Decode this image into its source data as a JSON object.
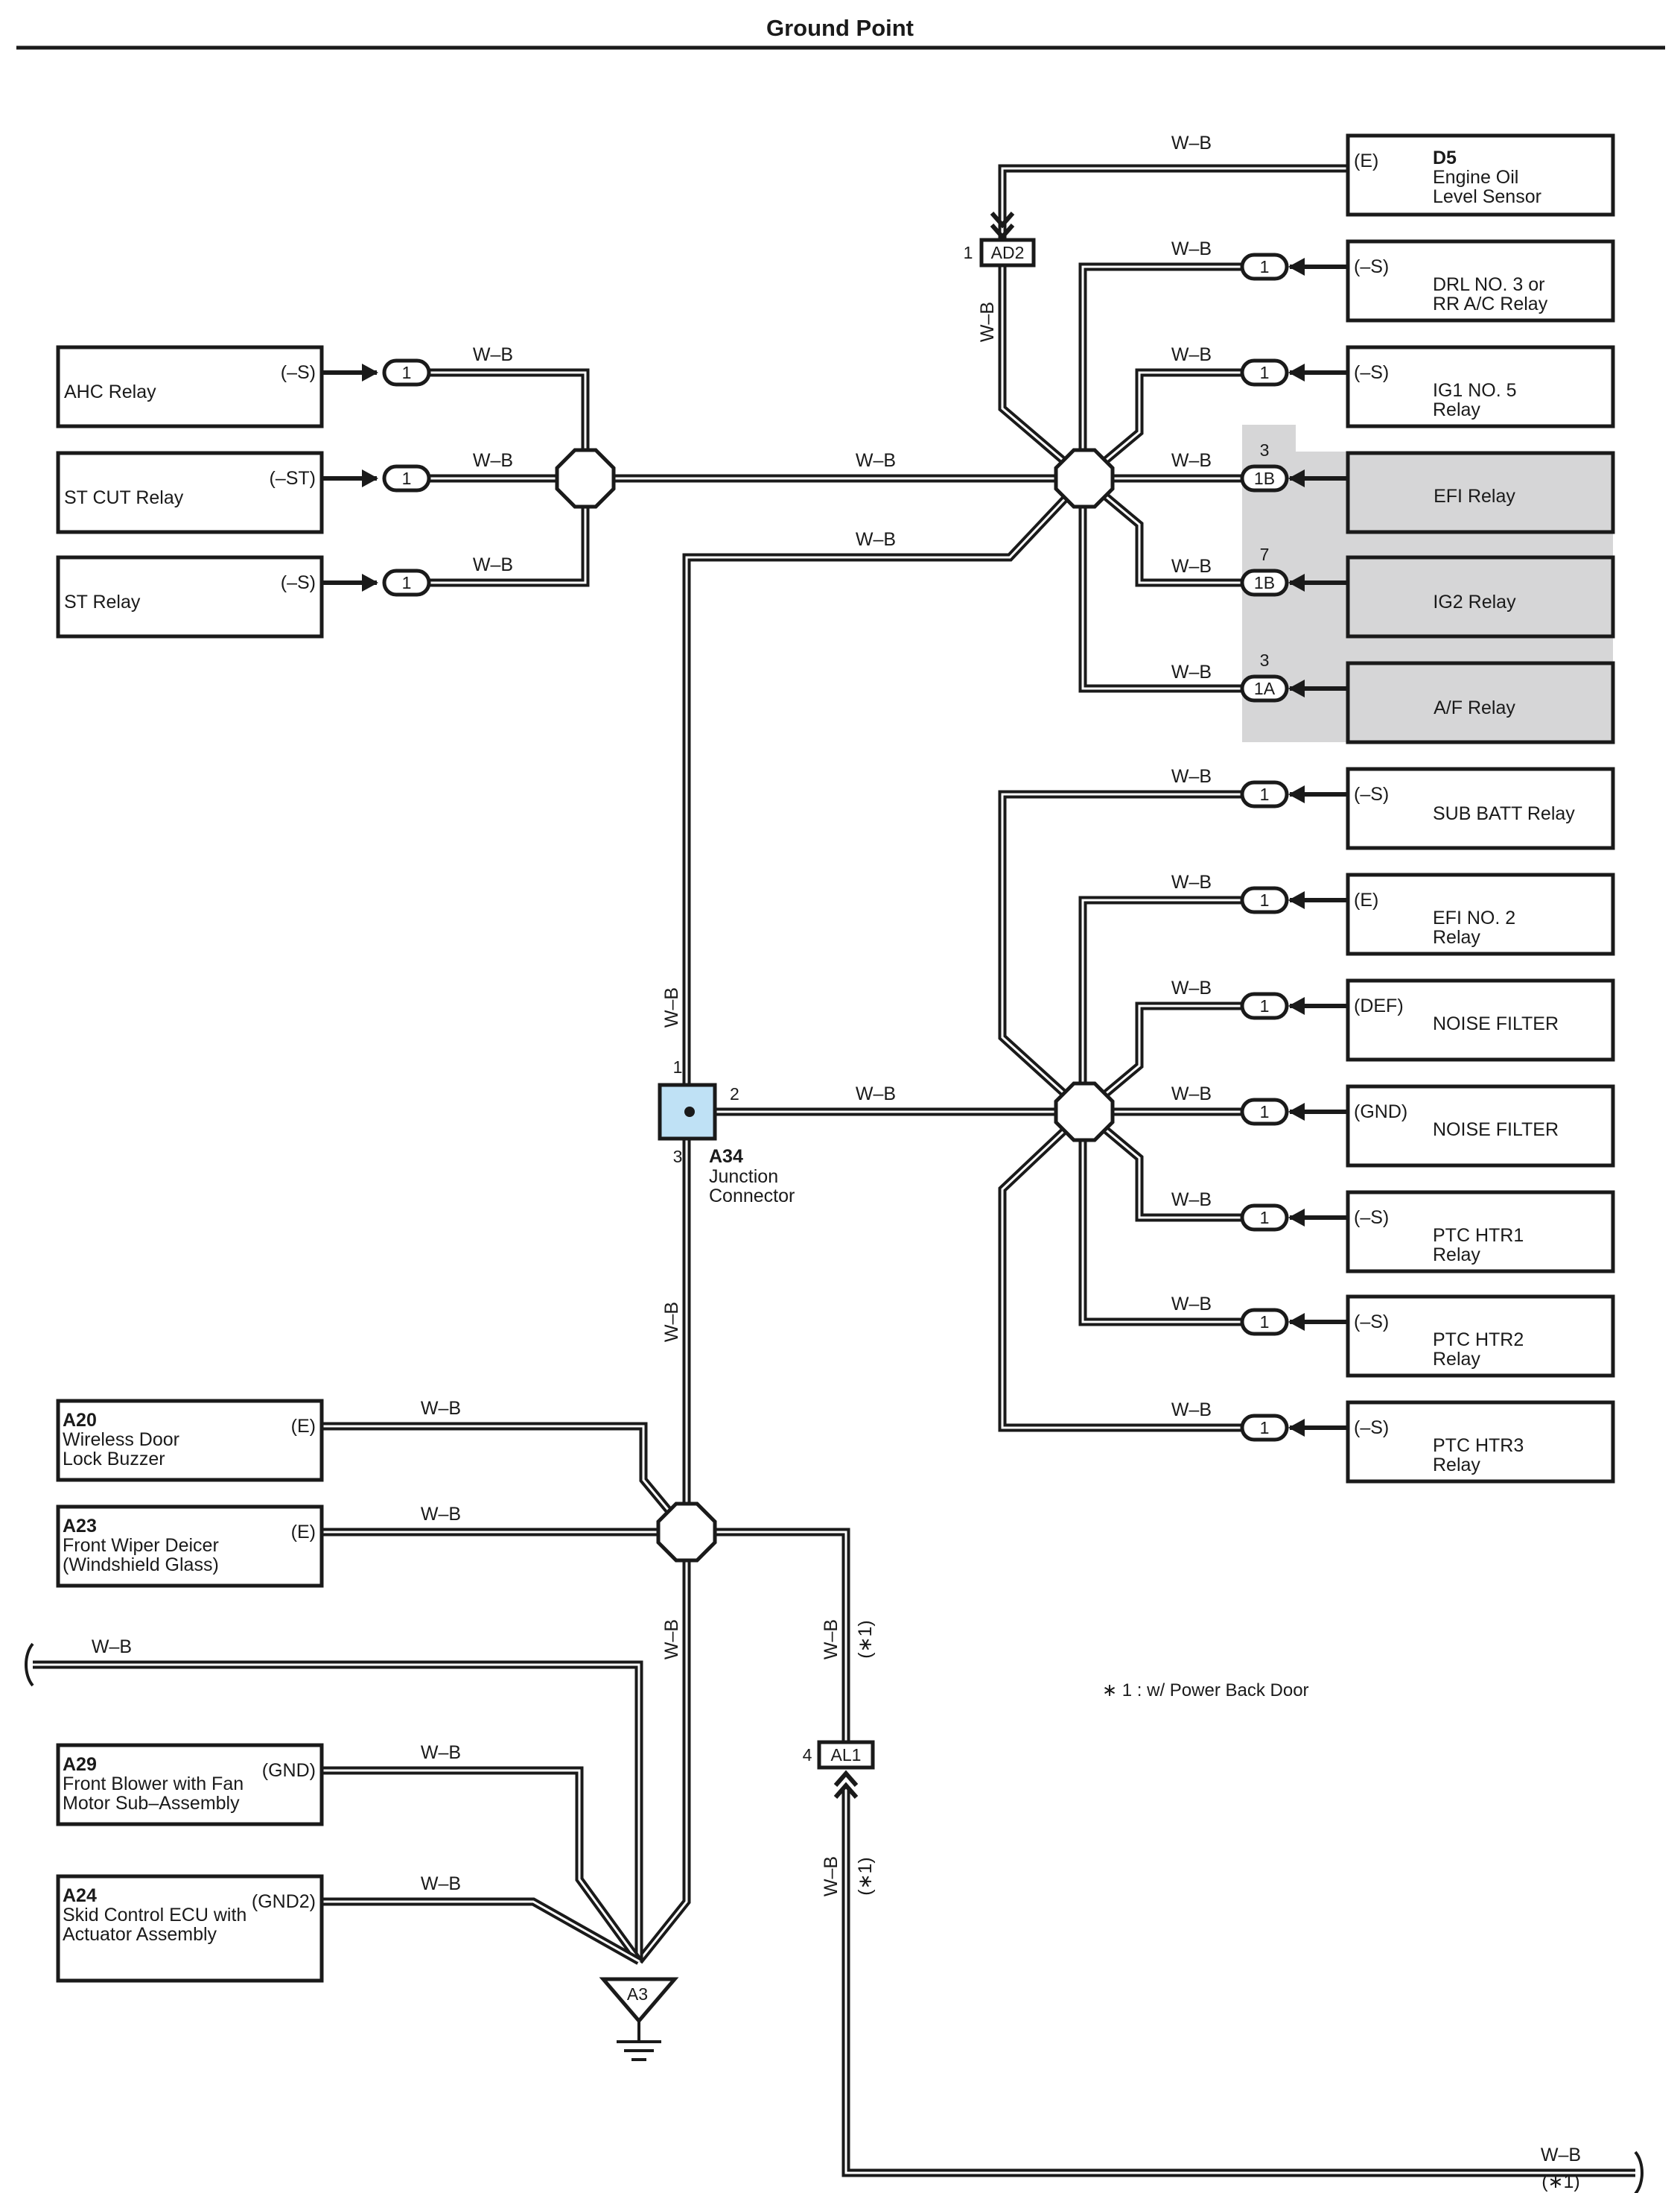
{
  "title": "Ground Point",
  "wire_color": "W–B",
  "note": "∗ 1 : w/ Power Back Door",
  "note_tag": "(∗1)",
  "colors": {
    "line": "#1a1a1a",
    "shade": "#d6d6d7",
    "junction_fill": "#bfe1f5"
  },
  "left_components": [
    {
      "name": "AHC Relay",
      "terminal": "(–S)",
      "pin": "1"
    },
    {
      "name": "ST CUT Relay",
      "terminal": "(–ST)",
      "pin": "1"
    },
    {
      "name": "ST Relay",
      "terminal": "(–S)",
      "pin": "1"
    }
  ],
  "right_components": [
    {
      "code": "D5",
      "lines": [
        "Engine Oil",
        "Level Sensor"
      ],
      "terminal": "(E)",
      "pin": ""
    },
    {
      "code": "",
      "lines": [
        "DRL NO. 3 or",
        "RR A/C Relay"
      ],
      "terminal": "(–S)",
      "pin": "1"
    },
    {
      "code": "",
      "lines": [
        "IG1 NO. 5",
        "Relay"
      ],
      "terminal": "(–S)",
      "pin": "1"
    },
    {
      "code": "",
      "lines": [
        "EFI Relay"
      ],
      "terminal": "",
      "pin": "1B",
      "pin_no": "3"
    },
    {
      "code": "",
      "lines": [
        "IG2 Relay"
      ],
      "terminal": "",
      "pin": "1B",
      "pin_no": "7"
    },
    {
      "code": "",
      "lines": [
        "A/F Relay"
      ],
      "terminal": "",
      "pin": "1A",
      "pin_no": "3"
    },
    {
      "code": "",
      "lines": [
        "SUB BATT Relay"
      ],
      "terminal": "(–S)",
      "pin": "1"
    },
    {
      "code": "",
      "lines": [
        "EFI NO. 2",
        "Relay"
      ],
      "terminal": "(E)",
      "pin": "1"
    },
    {
      "code": "",
      "lines": [
        "NOISE FILTER"
      ],
      "terminal": "(DEF)",
      "pin": "1"
    },
    {
      "code": "",
      "lines": [
        "NOISE FILTER"
      ],
      "terminal": "(GND)",
      "pin": "1"
    },
    {
      "code": "",
      "lines": [
        "PTC HTR1",
        "Relay"
      ],
      "terminal": "(–S)",
      "pin": "1"
    },
    {
      "code": "",
      "lines": [
        "PTC HTR2",
        "Relay"
      ],
      "terminal": "(–S)",
      "pin": "1"
    },
    {
      "code": "",
      "lines": [
        "PTC HTR3",
        "Relay"
      ],
      "terminal": "(–S)",
      "pin": "1"
    }
  ],
  "lower_components": [
    {
      "code": "A20",
      "lines": [
        "Wireless Door",
        "Lock Buzzer"
      ],
      "terminal": "(E)"
    },
    {
      "code": "A23",
      "lines": [
        "Front Wiper Deicer",
        "(Windshield Glass)"
      ],
      "terminal": "(E)"
    },
    {
      "code": "A29",
      "lines": [
        "Front Blower with Fan",
        "Motor Sub–Assembly"
      ],
      "terminal": "(GND)"
    },
    {
      "code": "A24",
      "lines": [
        "Skid Control ECU with",
        "Actuator Assembly"
      ],
      "terminal": "(GND2)"
    }
  ],
  "connector_ad2": {
    "code": "AD2",
    "pin": "1"
  },
  "connector_al1": {
    "code": "AL1",
    "pin": "4"
  },
  "junction": {
    "code": "A34",
    "lines": [
      "Junction",
      "Connector"
    ],
    "pin1": "1",
    "pin2": "2",
    "pin3": "3"
  },
  "ground": {
    "code": "A3"
  }
}
